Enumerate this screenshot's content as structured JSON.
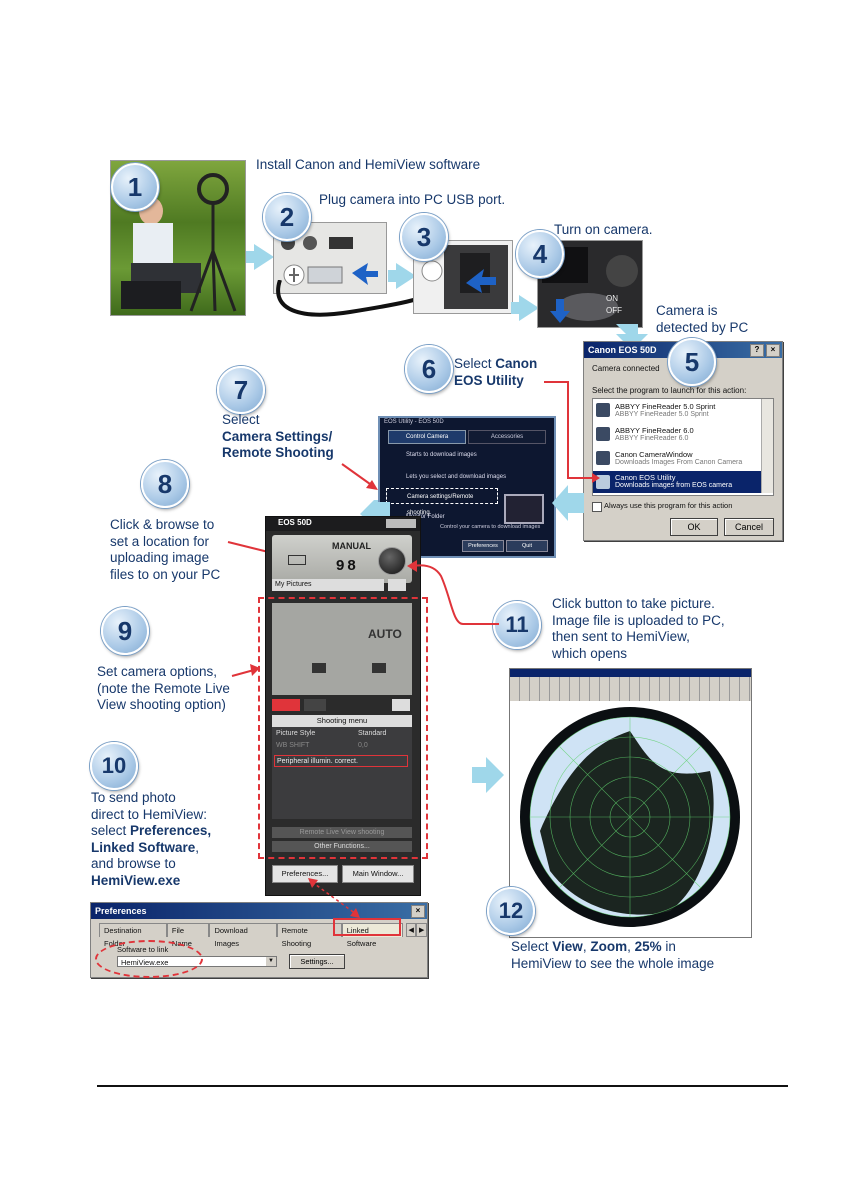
{
  "steps": {
    "s1": {
      "num": "1",
      "text": "Install Canon and HemiView software"
    },
    "s2": {
      "num": "2",
      "text": "Plug camera into PC USB port."
    },
    "s3": {
      "num": "3"
    },
    "s4": {
      "num": "4",
      "text": "Turn on camera."
    },
    "s5": {
      "num": "5",
      "line1": "Camera is",
      "line2": "detected by PC"
    },
    "s6": {
      "num": "6",
      "pre": "Select ",
      "b1": "Canon",
      "b2": "EOS Utility"
    },
    "s7": {
      "num": "7",
      "line1": "Select",
      "b1": "Camera Settings/",
      "b2": "Remote Shooting"
    },
    "s8": {
      "num": "8",
      "line1": "Click & browse to",
      "line2": "set a location for",
      "line3": "uploading image",
      "line4": "files to on your PC"
    },
    "s9": {
      "num": "9",
      "line1": "Set camera options,",
      "line2": "(note the Remote Live",
      "line3": "View shooting option)"
    },
    "s10": {
      "num": "10",
      "line1": "To send photo",
      "line2": " direct to HemiView:",
      "line3a": "select ",
      "b1": "Preferences,",
      "b2": "Linked Software",
      "line4a": ",",
      "line5": "and browse to",
      "b3": "HemiView.exe"
    },
    "s11": {
      "num": "11",
      "line1": "Click button to take picture.",
      "line2": "Image file is uploaded to PC,",
      "line3": "then sent to HemiView,",
      "line4": "which opens"
    },
    "s12": {
      "num": "12",
      "pre": "Select ",
      "b1": "View",
      "sep1": ", ",
      "b2": "Zoom",
      "sep2": ", ",
      "b3": "25%",
      "post": " in",
      "line2": "HemiView to see the whole image"
    }
  },
  "autoplay_dialog": {
    "title": "Canon EOS 50D",
    "connected": "Camera connected",
    "select_label": "Select the program to launch for this action:",
    "items": [
      {
        "name": "ABBYY FineReader 5.0 Sprint",
        "sub": "ABBYY FineReader 5.0 Sprint"
      },
      {
        "name": "ABBYY FineReader 6.0",
        "sub": "ABBYY FineReader 6.0"
      },
      {
        "name": "Canon CameraWindow",
        "sub": "Downloads Images From Canon Camera"
      },
      {
        "name": "Canon EOS Utility",
        "sub": "Downloads images from EOS camera"
      }
    ],
    "always": "Always use this program for this action",
    "ok": "OK",
    "cancel": "Cancel"
  },
  "eos_utility": {
    "title": "EOS Utility - EOS 50D",
    "tab1": "Control Camera",
    "tab2": "Accessories",
    "items": [
      "Starts to download images",
      "Lets you select and download images",
      "Camera settings/Remote shooting",
      "Monitor Folder"
    ],
    "footer": "Control your camera to download images",
    "pref": "Preferences",
    "quit": "Quit"
  },
  "camera_panel": {
    "title": "EOS 50D",
    "mode": "MANUAL",
    "shots": "98",
    "folder": "My Pictures",
    "auto": "AUTO",
    "menu_title": "Shooting menu",
    "rows": [
      [
        "Picture Style",
        "Standard"
      ],
      [
        "WB SHIFT",
        "0,0"
      ],
      [
        "Peripheral illumin. correct.",
        ""
      ]
    ],
    "live_view": "Remote Live View shooting",
    "other": "Other Functions...",
    "preferences": "Preferences...",
    "main_window": "Main Window..."
  },
  "preferences": {
    "title": "Preferences",
    "tabs": [
      "Destination Folder",
      "File Name",
      "Download Images",
      "Remote Shooting",
      "Linked Software"
    ],
    "label": "Software to link",
    "value": "HemiView.exe",
    "settings": "Settings..."
  }
}
